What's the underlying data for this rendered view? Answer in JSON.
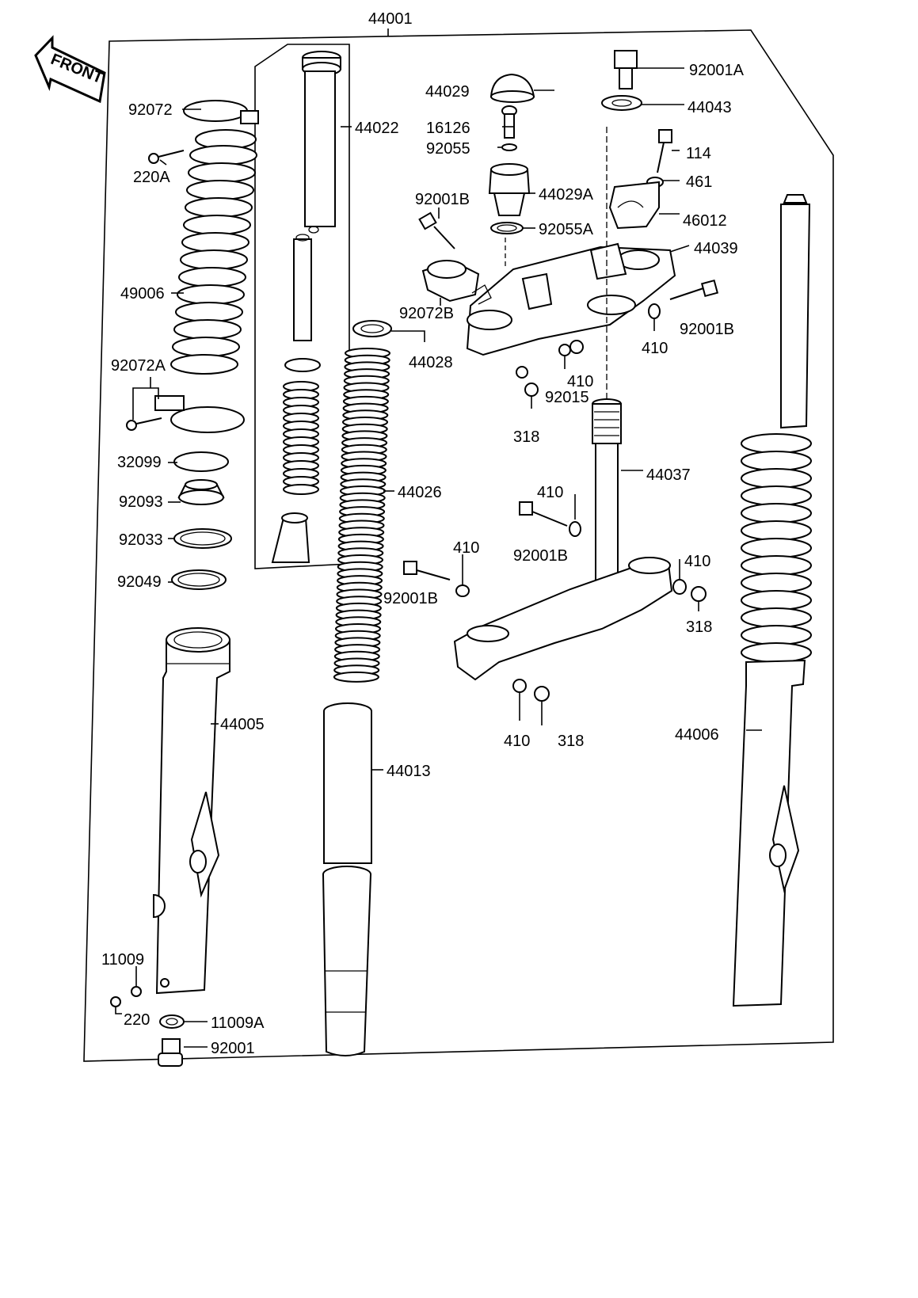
{
  "front_arrow": {
    "text": "FRONT",
    "icon": "front-direction-arrow-icon"
  },
  "callouts": {
    "c44001": "44001",
    "c92072": "92072",
    "c220A": "220A",
    "c49006": "49006",
    "c92072A": "92072A",
    "c32099": "32099",
    "c92093": "92093",
    "c92033": "92033",
    "c92049": "92049",
    "c44005": "44005",
    "c11009": "11009",
    "c220": "220",
    "c11009A": "11009A",
    "c92001": "92001",
    "c44022": "44022",
    "c44028": "44028",
    "c44026": "44026",
    "c44013": "44013",
    "c44029": "44029",
    "c16126": "16126",
    "c92055": "92055",
    "c44029A": "44029A",
    "c92055A": "92055A",
    "c92001B_a": "92001B",
    "c92072B": "92072B",
    "c92015": "92015",
    "c410_a": "410",
    "c318_a": "318",
    "c410_b": "410",
    "c92001B_b": "92001B",
    "c92001A": "92001A",
    "c44043": "44043",
    "c114": "114",
    "c461": "461",
    "c46012": "46012",
    "c44039": "44039",
    "c92001B_c": "92001B",
    "c410_c": "410",
    "c44037": "44037",
    "c410_d": "410",
    "c92001B_d": "92001B",
    "c410_e": "410",
    "c318_b": "318",
    "c410_f": "410",
    "c318_c": "318",
    "c44006": "44006"
  }
}
